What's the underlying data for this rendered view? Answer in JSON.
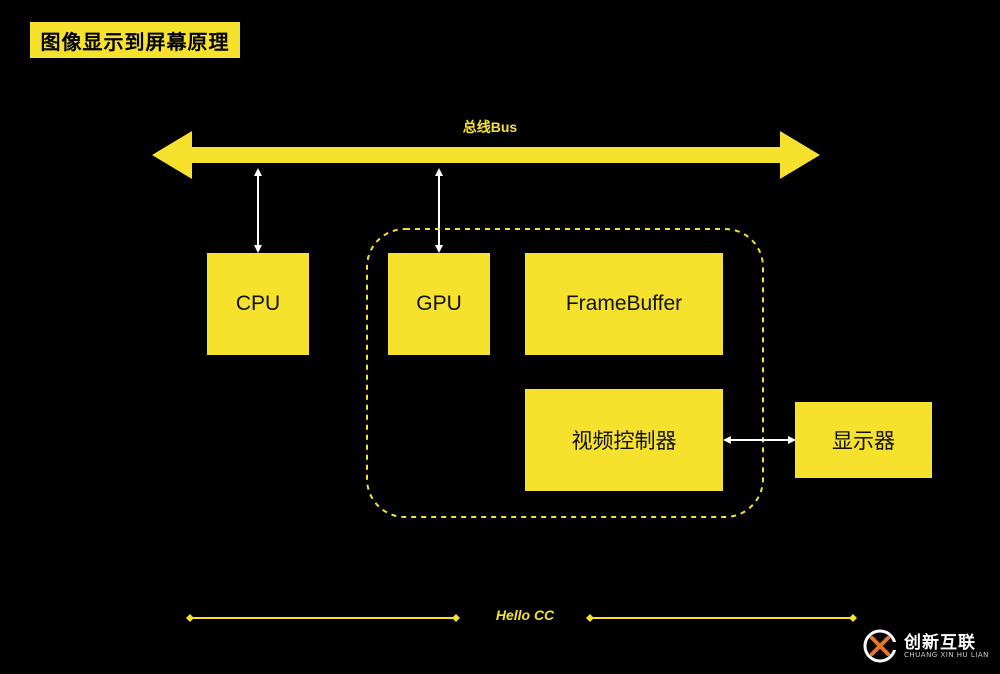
{
  "title": "图像显示到屏幕原理",
  "bus": {
    "label": "总线Bus"
  },
  "boxes": {
    "cpu": "CPU",
    "gpu": "GPU",
    "framebuffer": "FrameBuffer",
    "video_controller": "视频控制器",
    "display": "显示器"
  },
  "footer": {
    "label": "Hello CC"
  },
  "logo": {
    "name": "创新互联",
    "subtitle": "CHUANG XIN HU LIAN",
    "icon": "x-logo-icon"
  },
  "colors": {
    "accent": "#f6e22c",
    "background": "#000000",
    "connector": "#ffffff"
  }
}
